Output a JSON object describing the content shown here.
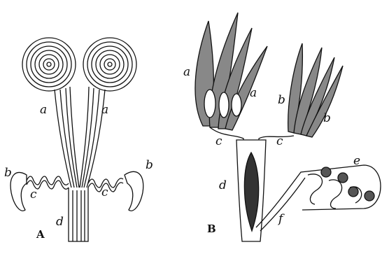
{
  "diagram": {
    "panel_a": {
      "letter": "A",
      "labels": {
        "a_left": "a",
        "a_right": "a",
        "b_left": "b",
        "b_right": "b",
        "c_left": "c",
        "c_right": "c",
        "d": "d"
      }
    },
    "panel_b": {
      "letter": "B",
      "labels": {
        "a_left": "a",
        "a_right": "a",
        "b_left": "b",
        "b_right": "b",
        "c_left": "c",
        "c_right": "c",
        "d": "d",
        "e": "e",
        "f": "f"
      }
    }
  },
  "colors": {
    "ink": "#111111",
    "fill_dark": "#333333",
    "paper": "#ffffff"
  }
}
